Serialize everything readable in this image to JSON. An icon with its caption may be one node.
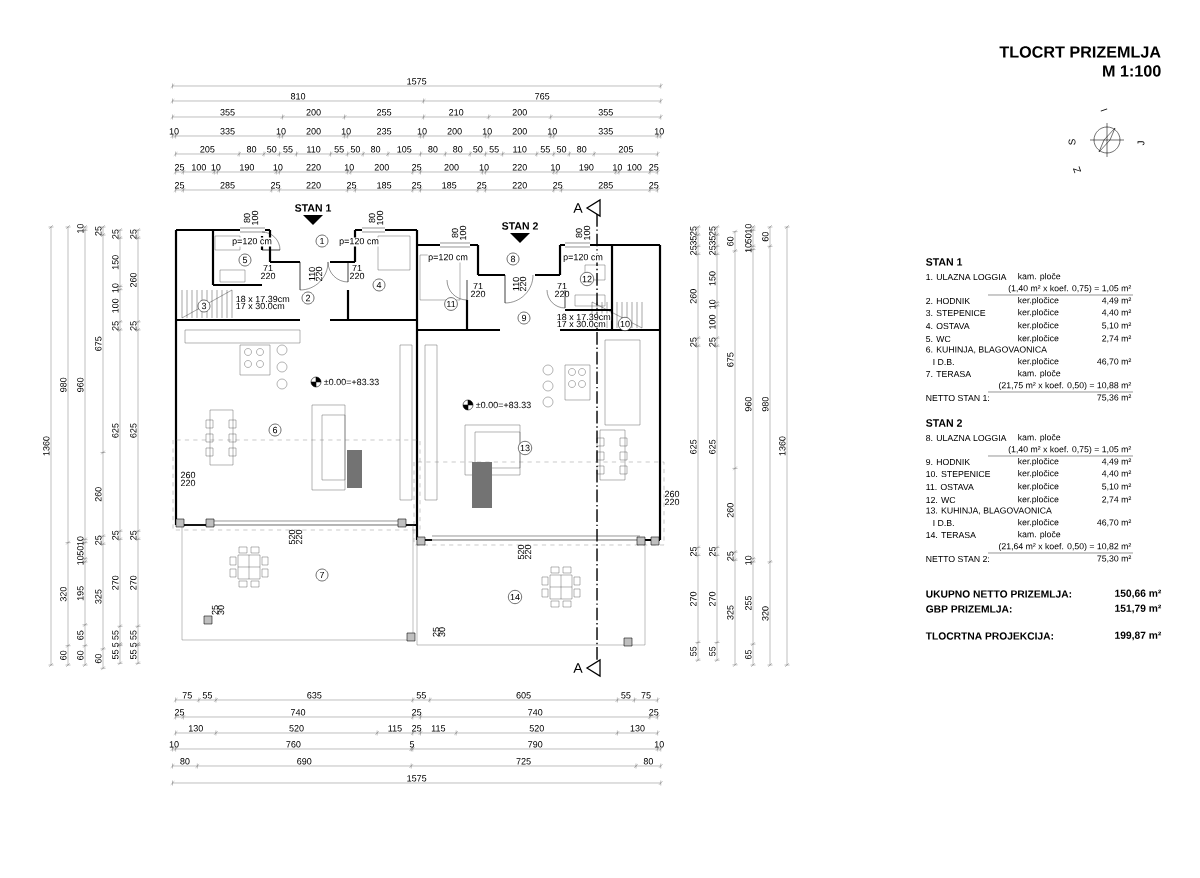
{
  "diagram": {
    "title": "TLOCRT PRIZEMLJA",
    "nodes": [
      {
        "text": [
          "1"
        ]
      },
      {
        "text": [
          "2"
        ]
      },
      {
        "text": [
          "3"
        ]
      },
      {
        "text": [
          "4"
        ]
      },
      {
        "text": [
          "5"
        ]
      },
      {
        "text": [
          "6"
        ]
      },
      {
        "text": [
          "7"
        ]
      },
      {
        "text": [
          "8"
        ]
      },
      {
        "text": [
          "9"
        ]
      },
      {
        "text": [
          "10"
        ]
      },
      {
        "text": [
          "11"
        ]
      },
      {
        "text": [
          "12"
        ]
      },
      {
        "text": [
          "13"
        ]
      },
      {
        "text": [
          "14"
        ]
      }
    ],
    "labels": [
      "M 1:100",
      "1575",
      "810",
      "765",
      "355",
      "200",
      "255",
      "210",
      "200",
      "355",
      "10",
      "335",
      "10",
      "200",
      "10",
      "235",
      "10",
      "200",
      "10",
      "200",
      "10",
      "335",
      "10",
      "205",
      "80",
      "50",
      "55",
      "110",
      "55",
      "50",
      "80",
      "105",
      "80",
      "80",
      "50",
      "55",
      "110",
      "55",
      "50",
      "80",
      "205",
      "25",
      "100",
      "10",
      "190",
      "10",
      "220",
      "10",
      "200",
      "25",
      "200",
      "10",
      "220",
      "10",
      "190",
      "10",
      "100",
      "25",
      "25",
      "285",
      "25",
      "220",
      "25",
      "185",
      "25",
      "185",
      "25",
      "220",
      "25",
      "285",
      "25",
      "STAN 1",
      "A",
      "STAN 2",
      "80",
      "100",
      "80",
      "100",
      "80",
      "100",
      "80",
      "100",
      "p=120 cm",
      "p=120 cm",
      "p=120 cm",
      "p=120 cm",
      "110",
      "220",
      "110",
      "220",
      "71",
      "220",
      "71",
      "220",
      "71",
      "220",
      "71",
      "220",
      "18 x 17.39cm",
      "17 x 30.0cm",
      "18 x 17.39cm",
      "17 x 30.0cm",
      "±0.00=+83.33",
      "±0.00=+83.33",
      "260",
      "220",
      "260",
      "220",
      "520",
      "220",
      "520",
      "220",
      "25",
      "30",
      "25",
      "30",
      "1360",
      "980",
      "320",
      "60",
      "10",
      "960",
      "10",
      "50",
      "10",
      "195",
      "65",
      "60",
      "25",
      "675",
      "260",
      "25",
      "325",
      "60",
      "25",
      "150",
      "10",
      "100",
      "25",
      "625",
      "25",
      "270",
      "55",
      "5",
      "55",
      "25",
      "260",
      "25",
      "625",
      "25",
      "270",
      "55",
      "5",
      "55",
      "25",
      "35",
      "25",
      "260",
      "25",
      "625",
      "25",
      "270",
      "55",
      "25",
      "35",
      "25",
      "150",
      "10",
      "100",
      "25",
      "625",
      "25",
      "270",
      "55",
      "60",
      "675",
      "260",
      "25",
      "325",
      "10",
      "50",
      "10",
      "960",
      "10",
      "255",
      "65",
      "60",
      "980",
      "320",
      "1360",
      "I",
      "S",
      "J",
      "Z",
      "STAN 1",
      "1. ULAZNA LOGGIA",
      "kam. ploče",
      "(1,40 m² x koef. 0,75) = 1,05 m²",
      "2. HODNIK",
      "ker.pločice",
      "4,49 m²",
      "3. STEPENICE",
      "ker.pločice",
      "4,40 m²",
      "4. OSTAVA",
      "ker.pločice",
      "5,10 m²",
      "5. WC",
      "ker.pločice",
      "2,74 m²",
      "6. KUHINJA, BLAGOVAONICA",
      "I D.B.",
      "ker.pločice",
      "46,70 m²",
      "7. TERASA",
      "kam. ploče",
      "(21,75 m² x koef. 0,50) = 10,88 m²",
      "NETTO STAN 1:",
      "75,36 m²",
      "STAN 2",
      "8. ULAZNA LOGGIA",
      "kam. ploče",
      "(1,40 m² x koef. 0,75) = 1,05 m²",
      "9. HODNIK",
      "ker.pločice",
      "4,49 m²",
      "10. STEPENICE",
      "ker.pločice",
      "4,40 m²",
      "11. OSTAVA",
      "ker.pločice",
      "5,10 m²",
      "12. WC",
      "ker.pločice",
      "2,74 m²",
      "13. KUHINJA, BLAGOVAONICA",
      "I D.B.",
      "ker.pločice",
      "46,70 m²",
      "14. TERASA",
      "kam. ploče",
      "(21,64 m² x koef. 0,50) = 10,82 m²",
      "NETTO STAN 2:",
      "75,30 m²",
      "UKUPNO NETTO PRIZEMLJA:",
      "150,66 m²",
      "GBP PRIZEMLJA:",
      "151,79 m²",
      "TLOCRTNA PROJEKCIJA:",
      "199,87 m²",
      "A",
      "75",
      "55",
      "635",
      "55",
      "605",
      "55",
      "75",
      "25",
      "740",
      "25",
      "740",
      "25",
      "130",
      "520",
      "115",
      "25",
      "115",
      "520",
      "130",
      "10",
      "760",
      "5",
      "790",
      "10",
      "80",
      "690",
      "725",
      "80",
      "1575"
    ]
  }
}
